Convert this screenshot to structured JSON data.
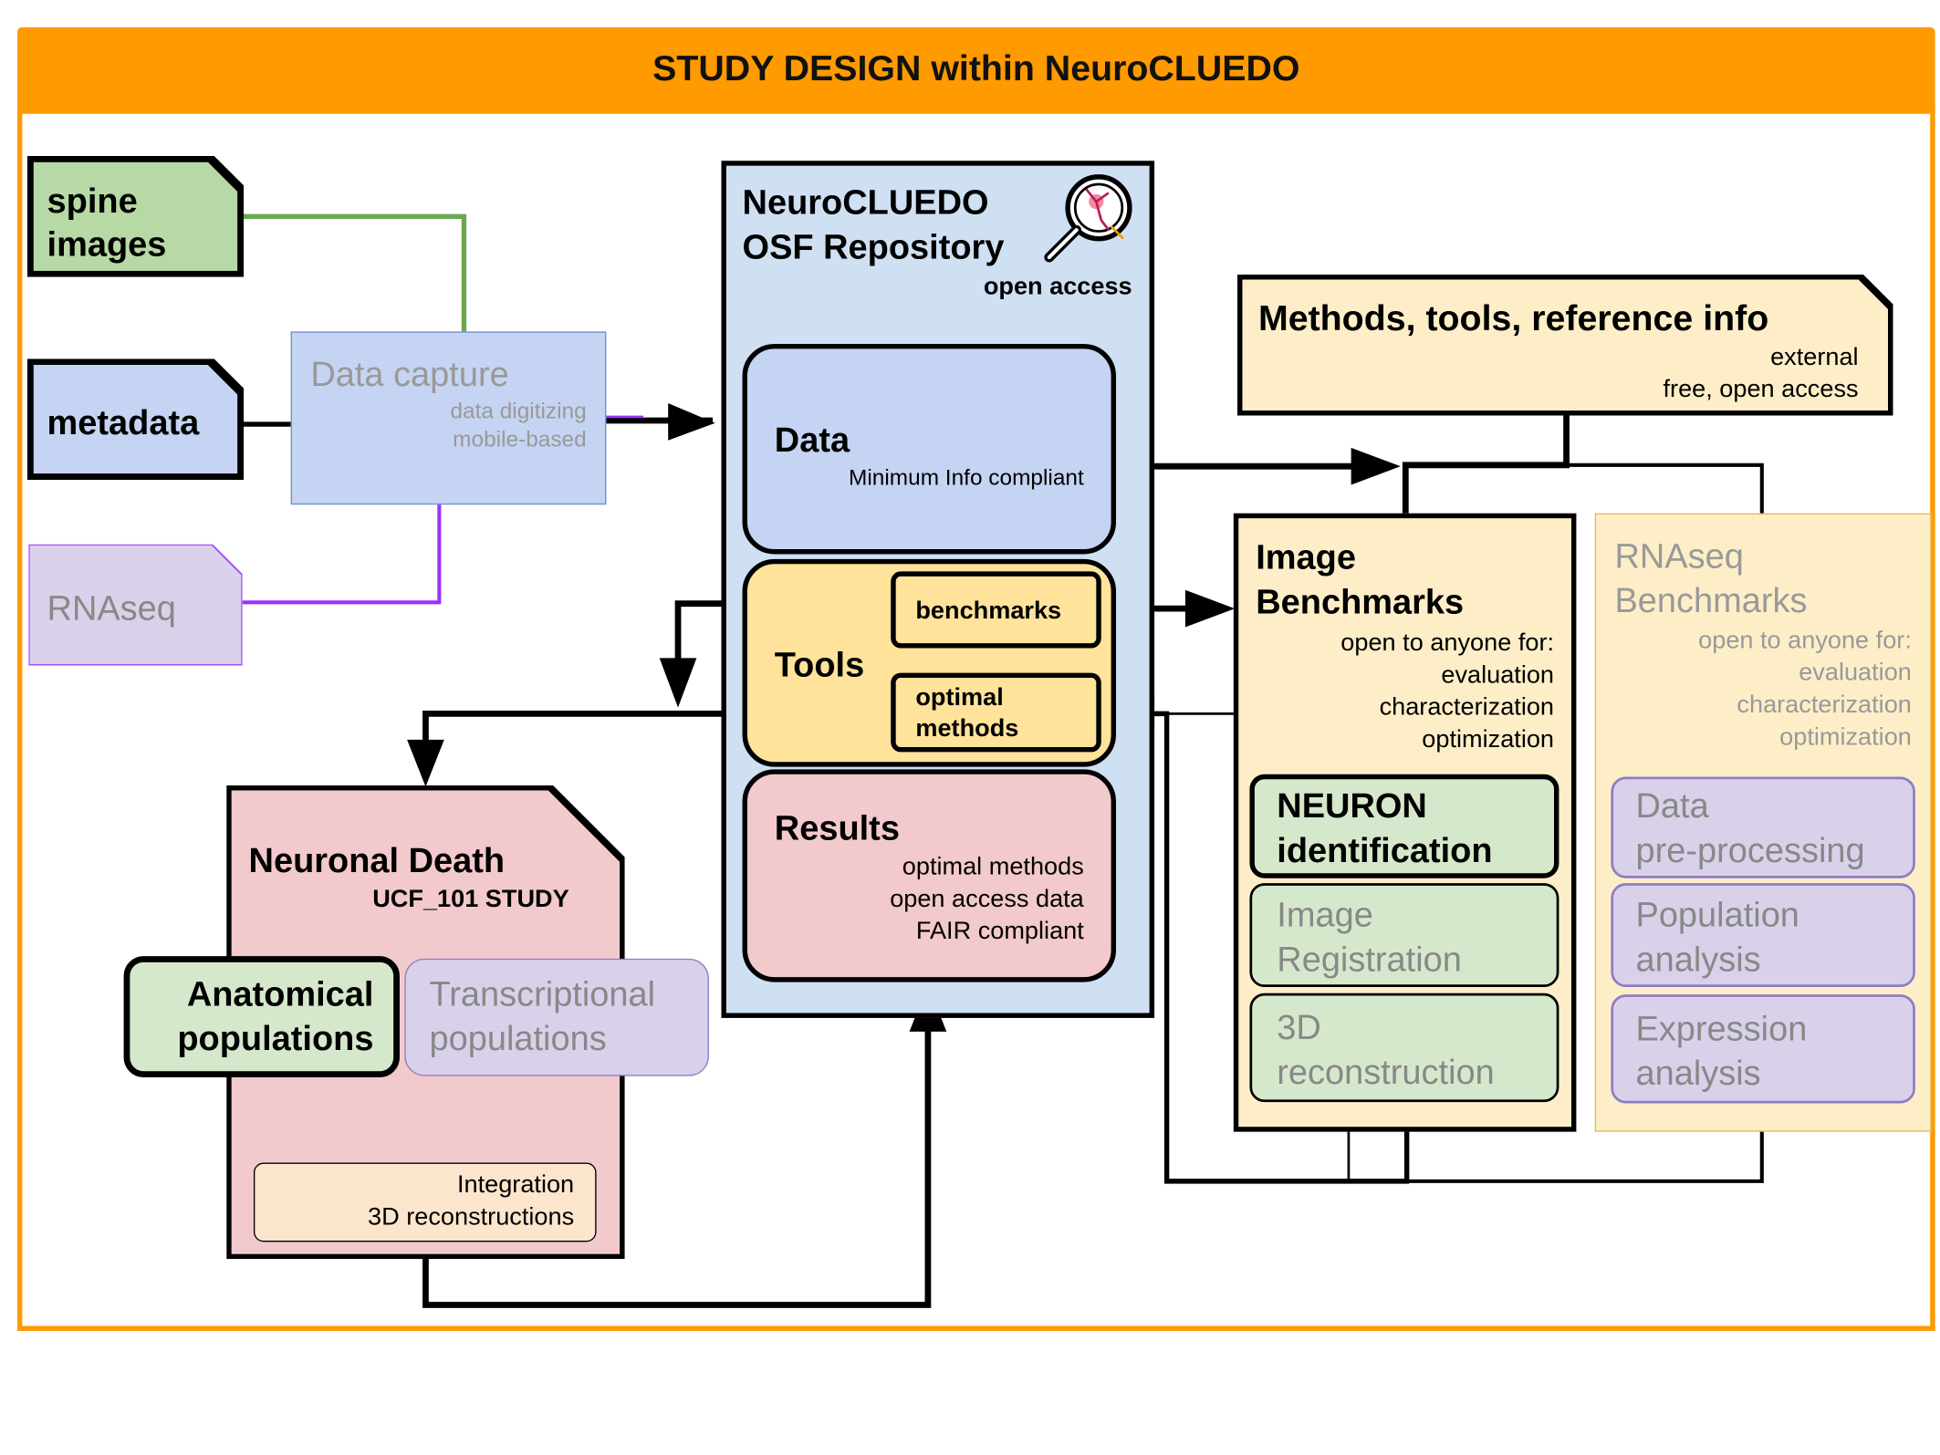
{
  "title": "STUDY DESIGN within NeuroCLUEDO",
  "inputs": {
    "spine_images": "spine\nimages",
    "metadata": "metadata",
    "rnaseq": "RNAseq"
  },
  "data_capture": {
    "title": "Data capture",
    "line1": "data digitizing",
    "line2": "mobile-based"
  },
  "repository": {
    "title1": "NeuroCLUEDO",
    "title2": "OSF Repository",
    "access": "open access",
    "data_title": "Data",
    "data_sub": "Minimum Info compliant",
    "tools_title": "Tools",
    "benchmarks": "benchmarks",
    "optimal1": "optimal",
    "optimal2": "methods",
    "results_title": "Results",
    "results_l1": "optimal methods",
    "results_l2": "open access data",
    "results_l3": "FAIR compliant"
  },
  "methods_box": {
    "title": "Methods, tools, reference info",
    "l1": "external",
    "l2": "free, open access"
  },
  "image_bench": {
    "title1": "Image",
    "title2": "Benchmarks",
    "l1": "open to anyone for:",
    "l2": "evaluation",
    "l3": "characterization",
    "l4": "optimization",
    "item1a": "NEURON",
    "item1b": "identification",
    "item2a": "Image",
    "item2b": "Registration",
    "item3a": "3D",
    "item3b": "reconstruction"
  },
  "rnaseq_bench": {
    "title1": "RNAseq",
    "title2": "Benchmarks",
    "l1": "open to anyone for:",
    "l2": "evaluation",
    "l3": "characterization",
    "l4": "optimization",
    "item1a": "Data",
    "item1b": "pre-processing",
    "item2a": "Population",
    "item2b": "analysis",
    "item3a": "Expression",
    "item3b": "analysis"
  },
  "neuronal_death": {
    "title": "Neuronal Death",
    "study": "UCF_101 STUDY",
    "anat1": "Anatomical",
    "anat2": "populations",
    "trans1": "Transcriptional",
    "trans2": "populations",
    "integ1": "Integration",
    "integ2": "3D reconstructions"
  },
  "colors": {
    "orange": "#ff9a00",
    "green": "#b7d9a5",
    "blue": "#c5d4f2",
    "lavender": "#d9d1ea",
    "yellow": "#ffe39b",
    "cream": "#fdeec8",
    "pink": "#f2c9cc",
    "repo_blue": "#cfe0f3",
    "purple_line": "#9b30ff",
    "green_line": "#6aa84f"
  }
}
